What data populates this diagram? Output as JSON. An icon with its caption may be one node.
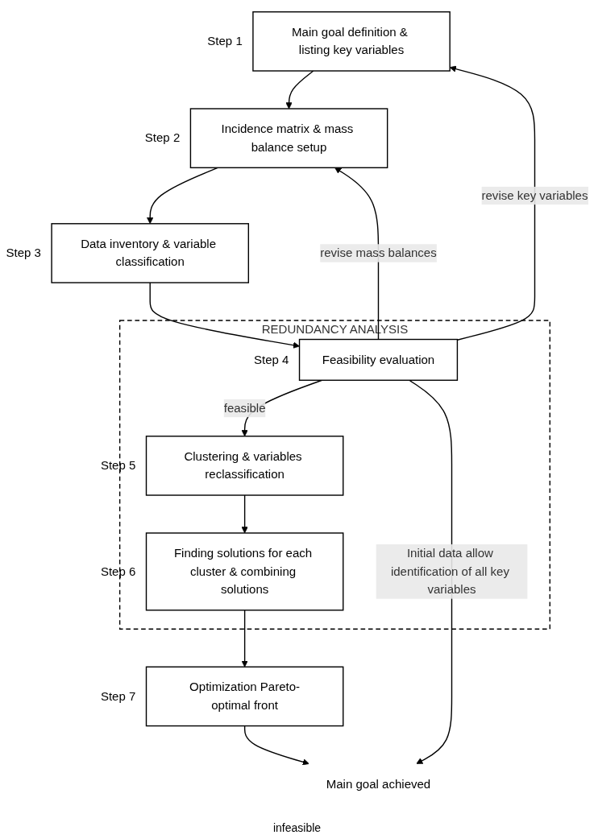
{
  "diagram": {
    "nodes": [
      {
        "text": [
          "Main goal definition & listing key variables"
        ],
        "beside": [
          "Step 1"
        ]
      },
      {
        "text": [
          "Incidence matrix & mass balance setup"
        ],
        "beside": [
          "Step 2"
        ]
      },
      {
        "text": [
          "Data inventory & variable classification"
        ],
        "beside": [
          "Step 3"
        ]
      },
      {
        "text": [
          "REDUNDANCY ANALYSIS"
        ]
      },
      {
        "text": [
          "Feasibility evaluation"
        ],
        "beside": [
          "Step 4"
        ],
        "in": 3
      },
      {
        "text": [
          "Clustering & variables reclassification"
        ],
        "beside": [
          "Step 5"
        ],
        "in": 3
      },
      {
        "text": [
          "Finding solutions for each cluster & combining solutions"
        ],
        "beside": [
          "Step 6"
        ],
        "in": 3
      },
      {
        "text": [
          "Optimization Pareto-optimal front"
        ],
        "beside": [
          "Step 7"
        ]
      },
      {
        "text": [
          "Main goal achieved"
        ]
      }
    ],
    "edges": [
      {
        "from": 0,
        "to": 1,
        "arrow": "to"
      },
      {
        "from": 1,
        "to": 2,
        "arrow": "to"
      },
      {
        "from": 2,
        "to": 4,
        "arrow": "to"
      },
      {
        "from": 4,
        "to": 5,
        "arrow": "to",
        "label": "feasible"
      },
      {
        "from": 5,
        "to": 6,
        "arrow": "to"
      },
      {
        "from": 6,
        "to": 7,
        "arrow": "to"
      },
      {
        "from": 7,
        "to": 8,
        "arrow": "to"
      },
      {
        "from": 4,
        "to": 1,
        "arrow": "to",
        "label": "revise mass balances"
      },
      {
        "from": 4,
        "to": 0,
        "arrow": "to",
        "label": "revise key variables"
      },
      {
        "from": 4,
        "to": 8,
        "arrow": "to",
        "label": "Initial data allow identification of all key variables"
      }
    ],
    "labels": [
      "infeasible"
    ]
  }
}
